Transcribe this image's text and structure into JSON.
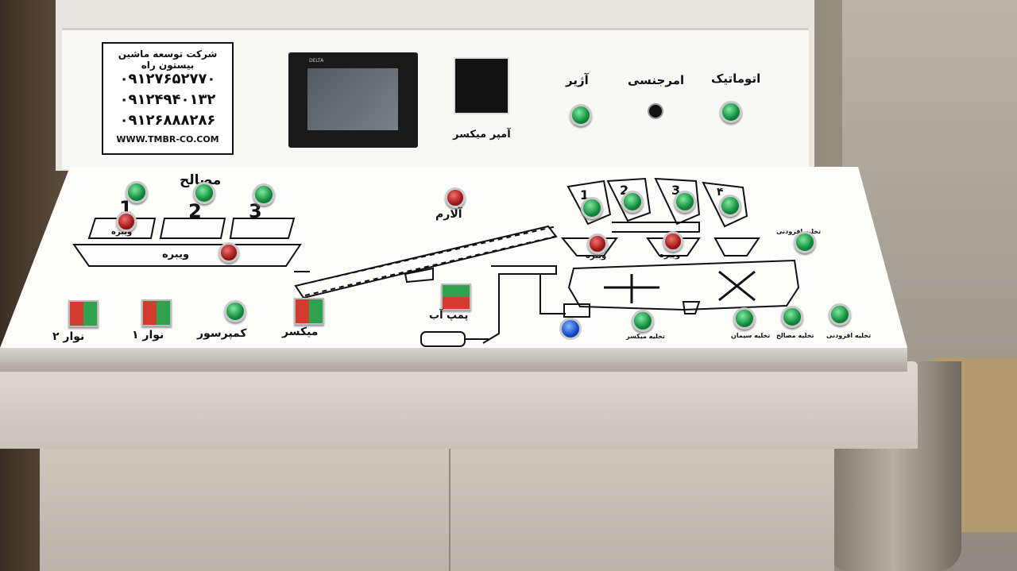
{
  "company": {
    "name": "شرکت توسعه ماشین بیستون راه",
    "phones": [
      "۰۹۱۲۷۶۵۲۷۷۰",
      "۰۹۱۲۴۹۴۰۱۳۲",
      "۰۹۱۲۶۸۸۸۲۸۶"
    ],
    "website": "WWW.TMBR-CO.COM"
  },
  "hmi": {
    "brand": "DELTA"
  },
  "ammeter": {
    "label": "آمپر میکسر"
  },
  "top_controls": {
    "automatic": "اتوماتیک",
    "emergency": "امرجنسی",
    "alarm_top": "آژیر"
  },
  "materials": {
    "title": "مصالح",
    "numbers": [
      "1",
      "2",
      "3"
    ],
    "vibrator_small": "ویبره",
    "vibrator_main": "ویبره"
  },
  "alarm": "آلارم",
  "silos": {
    "numbers": [
      "1",
      "2",
      "3",
      "۴"
    ],
    "vibrator_left": "ویبره",
    "vibrator_right": "ویبره"
  },
  "additive_discharge_top": "تخلیه افزودنی",
  "water_pump": "پمپ آب",
  "bottom_switches": {
    "belt2": "نوار ۲",
    "belt1": "نوار ۱",
    "compressor": "کمپرسور",
    "mixer": "میکسر"
  },
  "bottom_small_labels": {
    "mixer_discharge": "تخلیه میکسر",
    "cement_discharge": "تخلیه سیمان",
    "materials_discharge": "تخلیه مصالح",
    "additive_discharge": "تخلیه افزودنی"
  }
}
